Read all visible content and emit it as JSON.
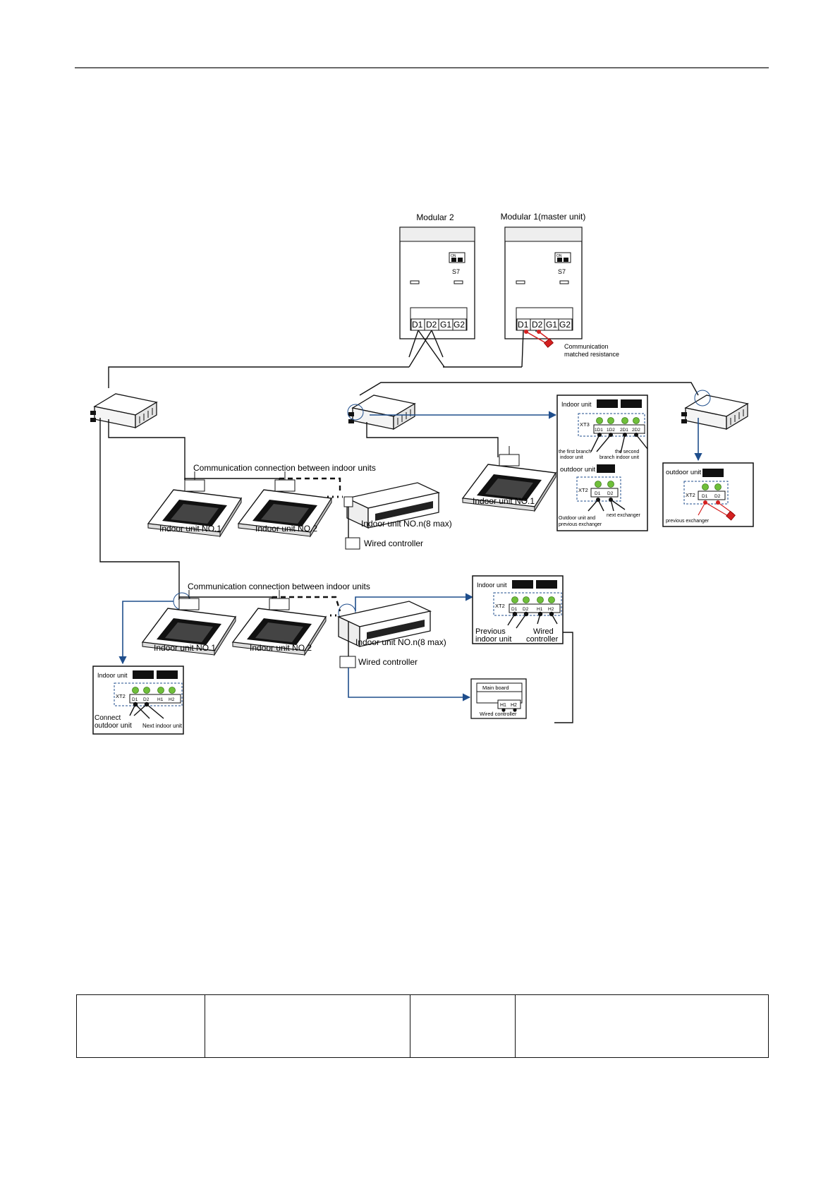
{
  "modules": {
    "modular2_title": "Modular 2",
    "modular1_title": "Modular 1(master unit)",
    "dip_on": "ON",
    "switch_label": "S7",
    "terminals": [
      "D1",
      "D2",
      "G1",
      "G2"
    ]
  },
  "resistance_label": [
    "Communication",
    "matched resistance"
  ],
  "upper": {
    "comm_label": "Communication connection between indoor units",
    "unit1": "Indoor unit NO.1",
    "unit2": "Indoor unit NO.2",
    "unitn": "Indoor unit NO.n(8 max)",
    "wired": "Wired controller",
    "mid_unit1": "Indoor unit NO.1"
  },
  "lower": {
    "comm_label": "Communication connection between indoor units",
    "unit1": "Indoor unit NO.1",
    "unit2": "Indoor unit NO.2",
    "unitn": "Indoor unit NO.n(8 max)",
    "wired": "Wired controller"
  },
  "detail_branch": {
    "indoor_title": "Indoor unit",
    "xt": "XT3",
    "terms": [
      "1D1",
      "1D2",
      "2D1",
      "2D2"
    ],
    "first_branch": [
      "the first branch",
      "indoor unit"
    ],
    "second_branch": [
      "the second",
      "branch indoor unit"
    ],
    "outdoor_title": "outdoor unit",
    "xt2": "XT2",
    "out_terms": [
      "D1",
      "D2"
    ],
    "outdoor_prev": [
      "Outdoor unit and",
      "previous exchanger"
    ],
    "next_exchanger": "next exchanger"
  },
  "detail_outdoor_right": {
    "title": "outdoor unit",
    "xt": "XT2",
    "terms": [
      "D1",
      "D2"
    ],
    "caption": "previous exchanger"
  },
  "detail_indoor_mid": {
    "title": "Indoor unit",
    "xt": "XT2",
    "terms": [
      "D1",
      "D2",
      "H1",
      "H2"
    ],
    "previous": [
      "Previous",
      "indoor unit"
    ],
    "wired": [
      "Wired",
      "controller"
    ]
  },
  "detail_indoor_left": {
    "title": "Indoor unit",
    "xt": "XT2",
    "terms": [
      "D1",
      "D2",
      "H1",
      "H2"
    ],
    "connect": [
      "Connect",
      "outdoor unit"
    ],
    "next": "Next indoor unit"
  },
  "main_board": {
    "title": "Main board",
    "terms": [
      "H1",
      "H2"
    ],
    "caption": "Wired controller"
  },
  "colors": {
    "arrow": "#1f4e8c",
    "terminal_dot": "#6fbf3a",
    "resistor": "#d42020"
  },
  "table": {
    "rows": 1,
    "cols": 4,
    "cells": [
      "",
      "",
      "",
      ""
    ]
  }
}
